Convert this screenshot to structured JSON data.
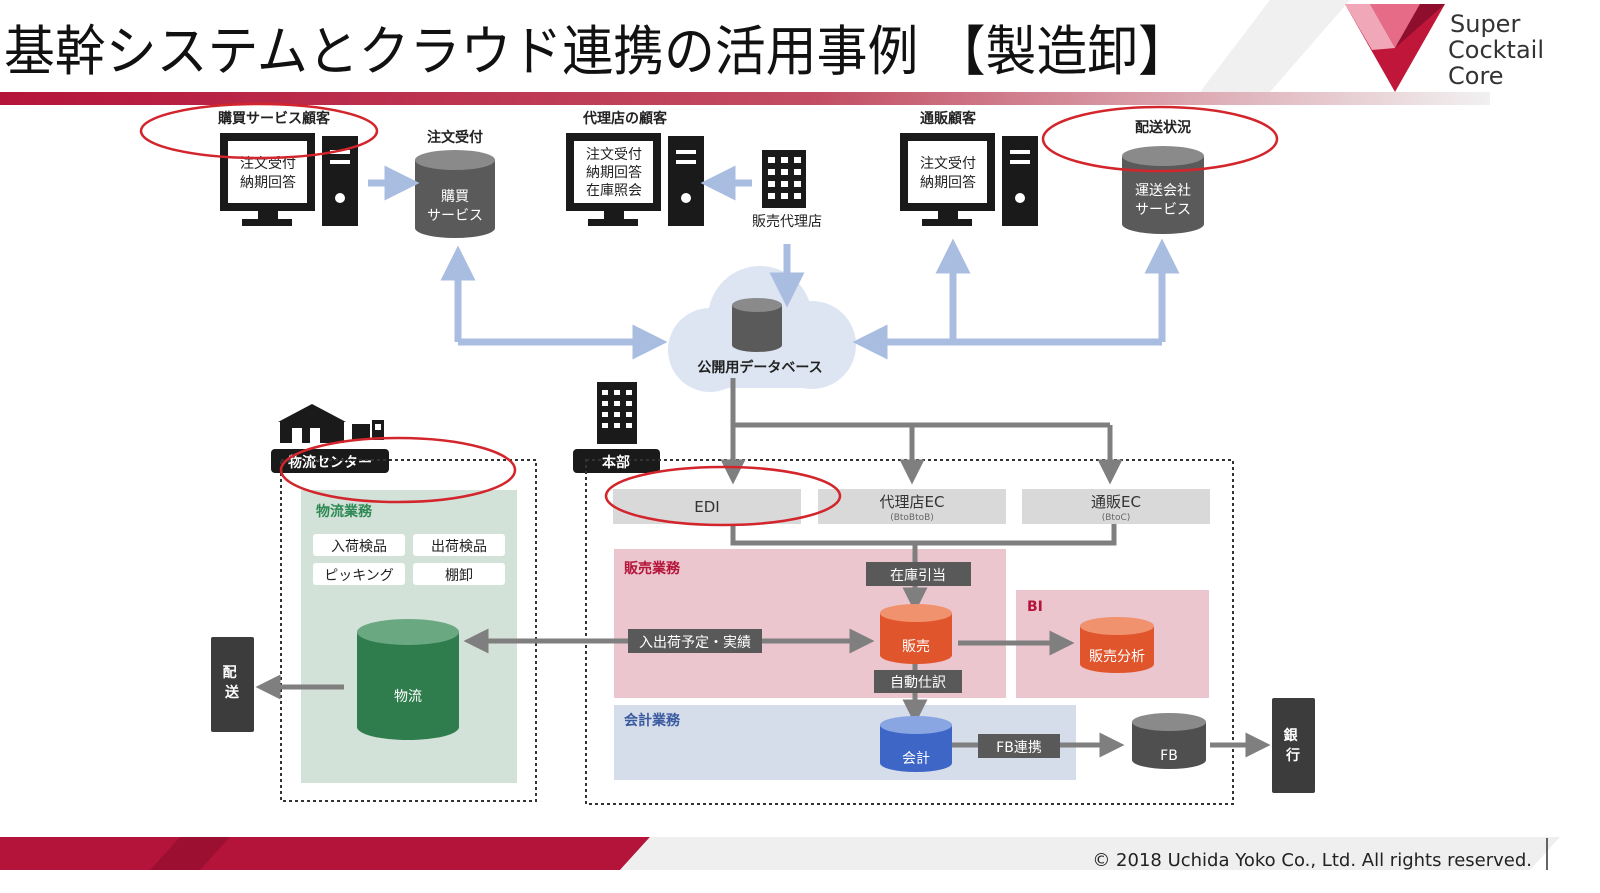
{
  "slide": {
    "title": "基幹システムとクラウド連携の活用事例 【製造卸】",
    "copyright": "© 2018 Uchida Yoko Co., Ltd. All rights reserved.",
    "colors": {
      "brand_red": "#b5143a",
      "arrow_blue": "#a9bde0",
      "arrow_gray": "#7f7f7f",
      "highlight": "#d3252c"
    }
  },
  "logo": {
    "line1": "Super",
    "line2": "Cocktail",
    "line3": "Core"
  },
  "top": {
    "purchase_customer": {
      "label": "購買サービス顧客",
      "line1": "注文受付",
      "line2": "納期回答"
    },
    "order_reception": {
      "label": "注文受付",
      "db_line1": "購買",
      "db_line2": "サービス"
    },
    "agency_customer": {
      "label": "代理店の顧客",
      "line1": "注文受付",
      "line2": "納期回答",
      "line3": "在庫照会"
    },
    "agency": {
      "label": "販売代理店"
    },
    "mailorder_customer": {
      "label": "通販顧客",
      "line1": "注文受付",
      "line2": "納期回答"
    },
    "delivery_status": {
      "label": "配送状況",
      "db_line1": "運送会社",
      "db_line2": "サービス"
    }
  },
  "cloud": {
    "label": "公開用データベース"
  },
  "logistics": {
    "center_label": "物流センター",
    "section_title": "物流業務",
    "tasks": [
      "入荷検品",
      "出荷検品",
      "ピッキング",
      "棚卸"
    ],
    "db_label": "物流",
    "delivery_label": "配送"
  },
  "hq": {
    "label": "本部",
    "edi": "EDI",
    "agency_ec": "代理店EC",
    "agency_ec_sub": "(BtoBtoB)",
    "mail_ec": "通販EC",
    "mail_ec_sub": "(BtoC)",
    "sales_title": "販売業務",
    "inventory_alloc": "在庫引当",
    "in_out_plan": "入出荷予定・実績",
    "sales_db": "販売",
    "auto_journal": "自動仕訳",
    "bi_title": "BI",
    "sales_analysis": "販売分析",
    "accounting_title": "会計業務",
    "accounting_db": "会計",
    "fb_link": "FB連携",
    "fb_db": "FB",
    "bank_label": "銀行"
  }
}
